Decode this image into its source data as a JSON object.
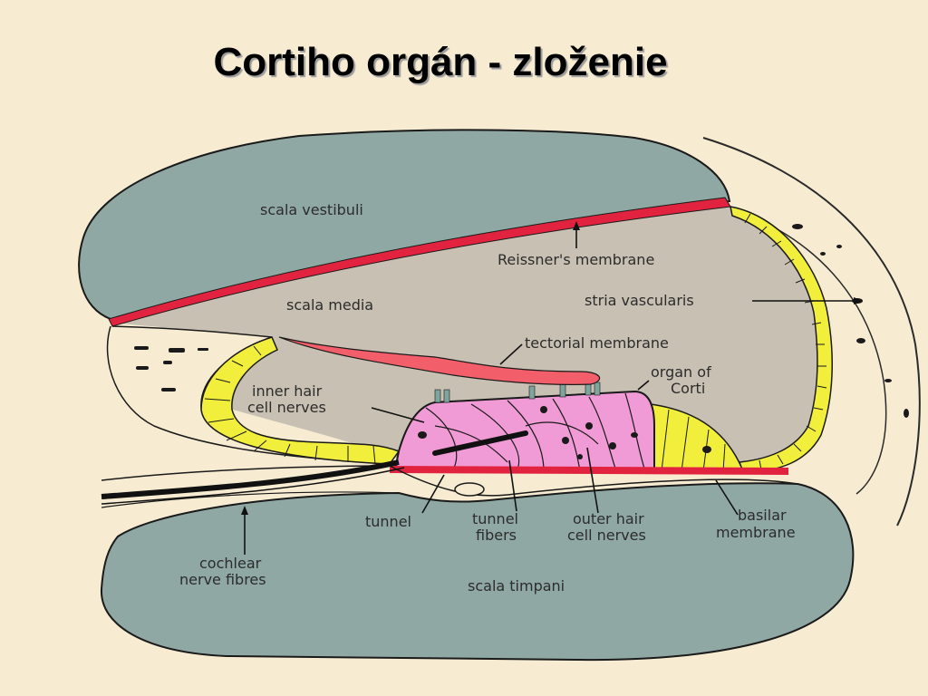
{
  "title": "Cortiho orgán - zloženie",
  "colors": {
    "background": "#f7ecd2",
    "scala_fill": "#8fa8a3",
    "scala_media_fill": "#c8c0b2",
    "membrane_red": "#e2233f",
    "tectorial": "#f25e6a",
    "cells_yellow": "#f1ef3c",
    "organ_pink": "#f09ad6",
    "outline": "#1a1a1a"
  },
  "labels": {
    "scala_vestibuli": "scala vestibuli",
    "reissner": "Reissner's membrane",
    "scala_media": "scala media",
    "stria_vascularis": "stria vascularis",
    "tectorial_membrane": "tectorial membrane",
    "organ_of_corti_1": "organ of",
    "organ_of_corti_2": "Corti",
    "inner_hair_1": "inner hair",
    "inner_hair_2": "cell nerves",
    "tunnel": "tunnel",
    "tunnel_fibers_1": "tunnel",
    "tunnel_fibers_2": "fibers",
    "outer_hair_1": "outer hair",
    "outer_hair_2": "cell nerves",
    "basilar_1": "basilar",
    "basilar_2": "membrane",
    "cochlear_1": "cochlear",
    "cochlear_2": "nerve fibres",
    "scala_timpani": "scala timpani"
  }
}
